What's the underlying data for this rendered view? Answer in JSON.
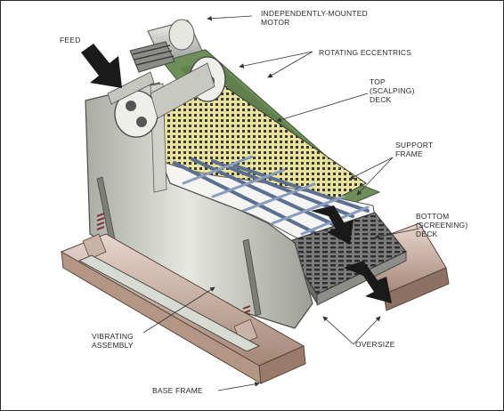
{
  "diagram": {
    "labels": {
      "motor_line1": "INDEPENDENTLY-MOUNTED",
      "motor_line2": "MOTOR",
      "feed": "FEED",
      "eccentrics": "ROTATING ECCENTRICS",
      "top_deck_line1": "TOP",
      "top_deck_line2": "(SCALPING)",
      "top_deck_line3": "DECK",
      "support_line1": "SUPPORT",
      "support_line2": "FRAME",
      "bottom_deck_line1": "BOTTOM",
      "bottom_deck_line2": "(SCREENING)",
      "bottom_deck_line3": "DECK",
      "vibrating_line1": "VIBRATING",
      "vibrating_line2": "ASSEMBLY",
      "oversize": "OVERSIZE",
      "base_frame": "BASE FRAME"
    }
  }
}
